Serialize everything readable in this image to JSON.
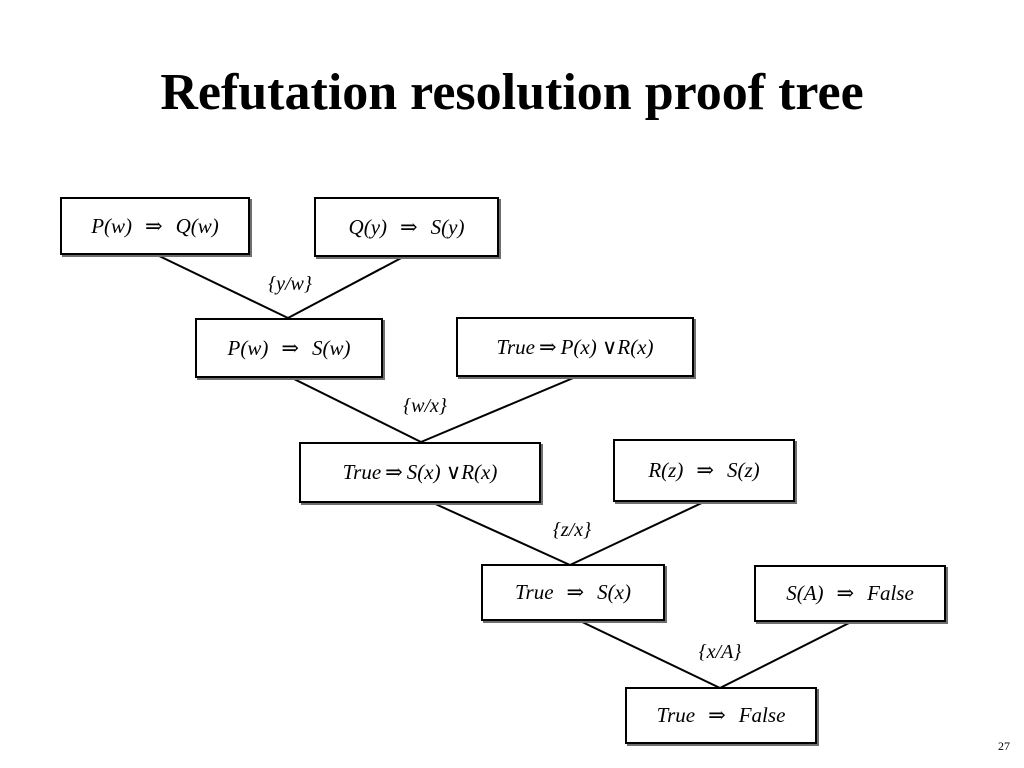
{
  "title": "Refutation resolution proof tree",
  "page_number": "27",
  "arrow_symbol": "⇒",
  "clauses": {
    "c1": {
      "left": "P(w)",
      "right": "Q(w)"
    },
    "c2": {
      "left": "Q(y)",
      "right": "S(y)"
    },
    "c3": {
      "left": "P(w)",
      "right": "S(w)"
    },
    "c4": {
      "left": "True",
      "right": "P(x) ∨R(x)"
    },
    "c5": {
      "left": "True",
      "right": "S(x) ∨R(x)"
    },
    "c6": {
      "left": "R(z)",
      "right": "S(z)"
    },
    "c7": {
      "left": "True",
      "right": "S(x)"
    },
    "c8": {
      "left": "S(A)",
      "right": "False"
    },
    "c9": {
      "left": "True",
      "right": "False"
    }
  },
  "substitutions": {
    "s1": "{y/w}",
    "s2": "{w/x}",
    "s3": "{z/x}",
    "s4": "{x/A}"
  }
}
